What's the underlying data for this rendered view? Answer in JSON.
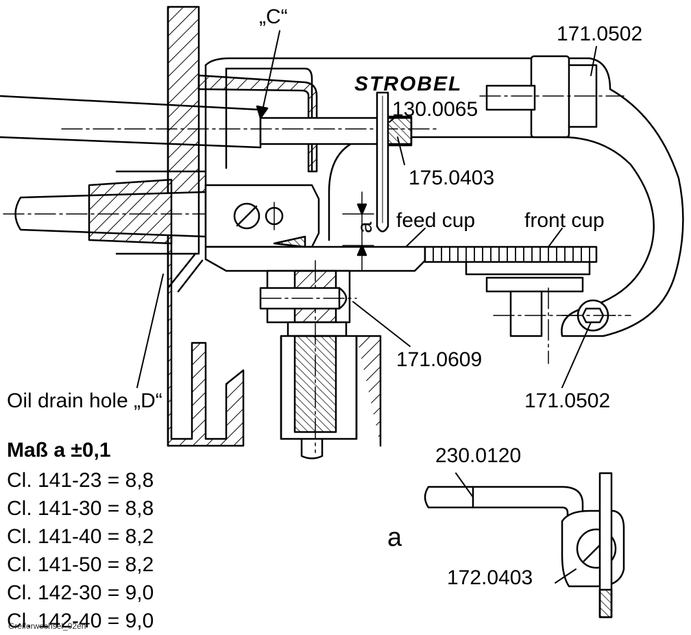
{
  "brand": "STROBEL",
  "callouts": {
    "c_label": "„C“",
    "part_top_right": "171.0502",
    "part_rod": "130.0065",
    "part_clamp": "175.0403",
    "feed_cup": "feed cup",
    "front_cup": "front cup",
    "dim_a_vertical": "a",
    "part_screw": "171.0609",
    "part_bottom_right": "171.0502",
    "oil_drain": "Oil drain hole „D“",
    "detail_rod": "230.0120",
    "detail_a": "a",
    "detail_screw": "172.0403"
  },
  "spec": {
    "title": "Maß a ±0,1",
    "items": [
      "Cl. 141-23 = 8,8",
      "Cl. 141-30 = 8,8",
      "Cl. 141-40 = 8,2",
      "Cl. 141-50 = 8,2",
      "Cl. 142-30 = 9,0",
      "Cl. 142-40 = 9,0"
    ]
  },
  "footer": "Greiferwechsel_02en"
}
